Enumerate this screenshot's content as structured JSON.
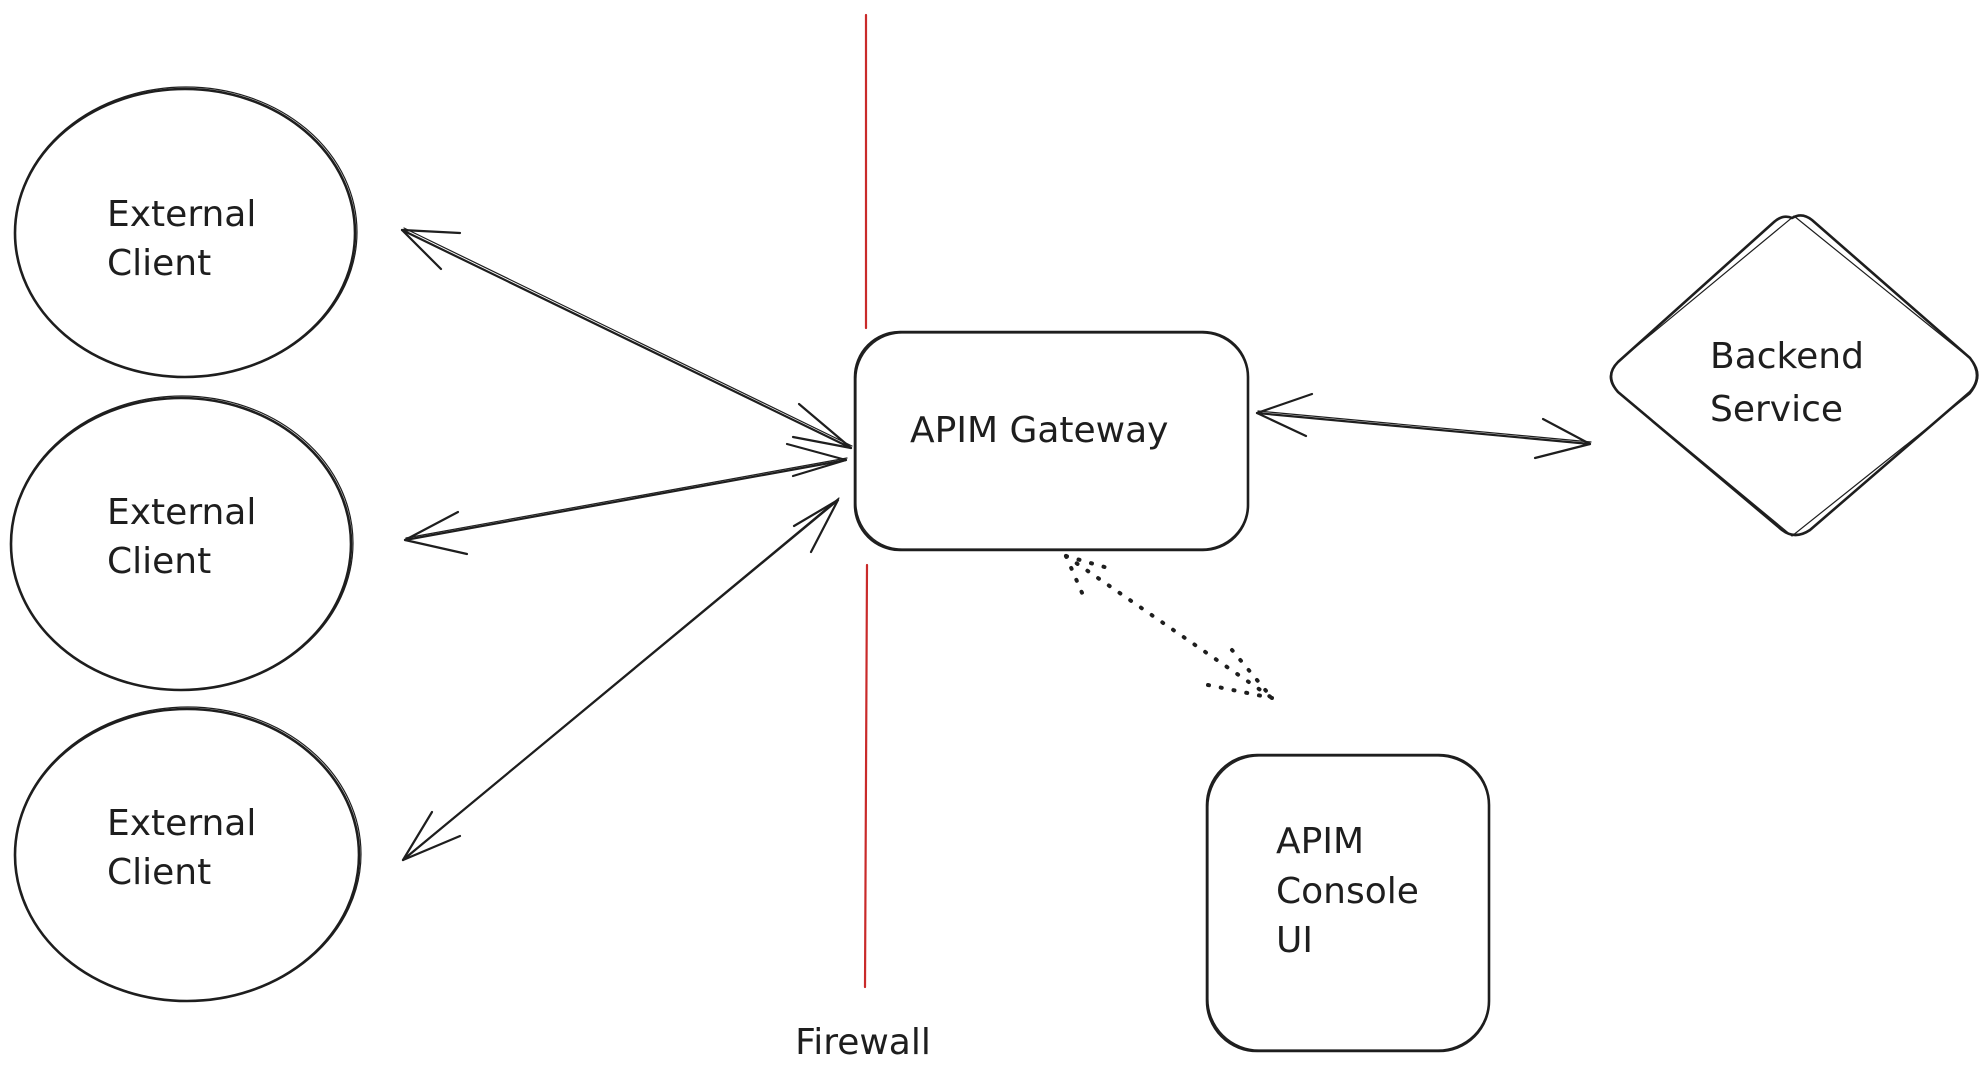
{
  "diagram": {
    "nodes": [
      {
        "id": "client1",
        "shape": "ellipse",
        "lines": [
          "External",
          "Client"
        ]
      },
      {
        "id": "client2",
        "shape": "ellipse",
        "lines": [
          "External",
          "Client"
        ]
      },
      {
        "id": "client3",
        "shape": "ellipse",
        "lines": [
          "External",
          "Client"
        ]
      },
      {
        "id": "gateway",
        "shape": "rounded-rect",
        "lines": [
          "APIM Gateway"
        ]
      },
      {
        "id": "backend",
        "shape": "diamond",
        "lines": [
          "Backend",
          "Service"
        ]
      },
      {
        "id": "console",
        "shape": "rounded-rect",
        "lines": [
          "APIM",
          "Console",
          "UI"
        ]
      }
    ],
    "edges": [
      {
        "from": "client1",
        "to": "gateway",
        "style": "solid",
        "direction": "bidirectional"
      },
      {
        "from": "client2",
        "to": "gateway",
        "style": "solid",
        "direction": "bidirectional"
      },
      {
        "from": "client3",
        "to": "gateway",
        "style": "solid",
        "direction": "bidirectional"
      },
      {
        "from": "gateway",
        "to": "backend",
        "style": "solid",
        "direction": "bidirectional"
      },
      {
        "from": "gateway",
        "to": "console",
        "style": "dotted",
        "direction": "bidirectional"
      }
    ],
    "firewall": {
      "label": "Firewall",
      "color": "#c92a2a"
    },
    "stroke_color": "#1e1e1e",
    "background": "#ffffff"
  }
}
